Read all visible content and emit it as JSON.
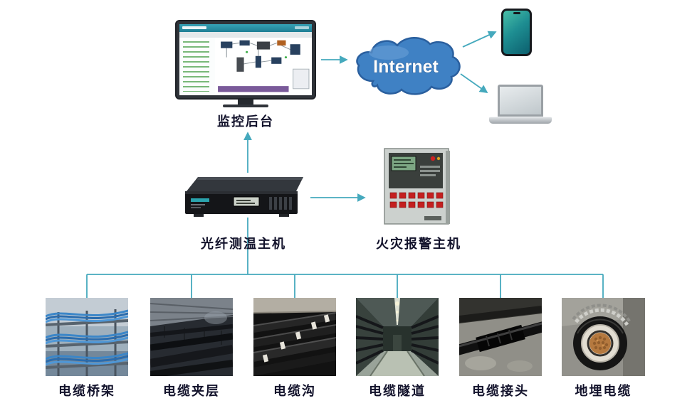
{
  "colors": {
    "connector": "#45a9bd",
    "cloud_fill": "#3f81c4",
    "cloud_stroke": "#2a5f9e",
    "label_text": "#12122b"
  },
  "icons": {
    "phone": "smartphone-icon",
    "laptop": "laptop-icon",
    "cloud": "internet-cloud-icon",
    "monitor": "monitor-screen-icon",
    "server": "rack-server-icon",
    "fire_panel": "fire-alarm-panel-icon"
  },
  "nodes": {
    "monitor": {
      "label": "监控后台"
    },
    "internet": {
      "label": "Internet"
    },
    "server": {
      "label": "光纤测温主机"
    },
    "fire_alarm": {
      "label": "火灾报警主机"
    }
  },
  "sites": [
    {
      "label": "电缆桥架"
    },
    {
      "label": "电缆夹层"
    },
    {
      "label": "电缆沟"
    },
    {
      "label": "电缆隧道"
    },
    {
      "label": "电缆接头"
    },
    {
      "label": "地埋电缆"
    }
  ]
}
